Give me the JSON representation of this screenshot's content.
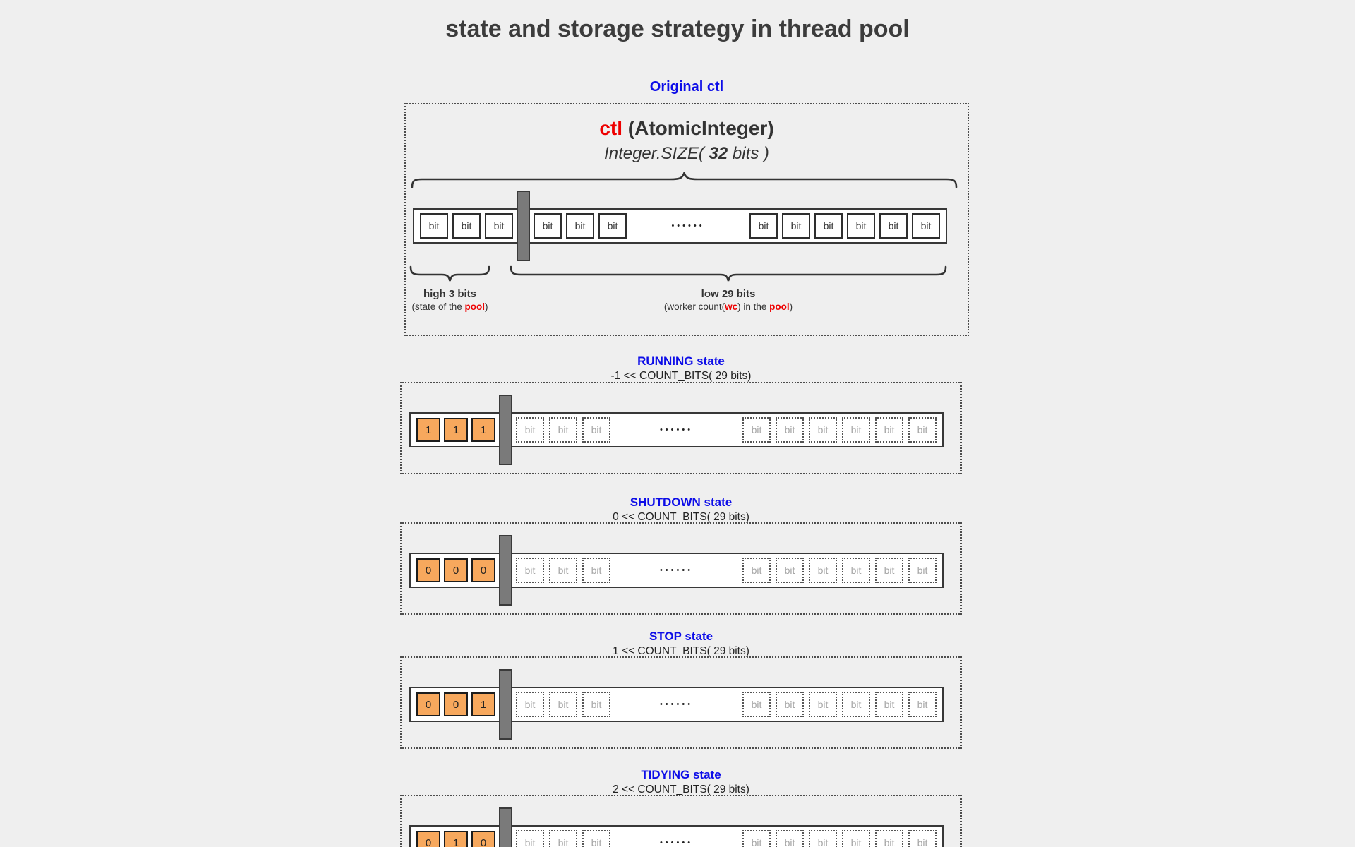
{
  "page": {
    "title": "state and storage strategy in thread pool"
  },
  "colors": {
    "accent_blue": "#0d0de8",
    "accent_red": "#ee0000",
    "orange_fill": "#f7a85d",
    "divider_gray": "#7a7a7a"
  },
  "shared": {
    "bit_label": "bit",
    "dots": "••••••",
    "dotted3": [
      "bit",
      "bit",
      "bit"
    ],
    "dotted6": [
      "bit",
      "bit",
      "bit",
      "bit",
      "bit",
      "bit"
    ]
  },
  "original": {
    "label": "Original ctl",
    "heading_ctl": "ctl",
    "heading_rest": " (AtomicInteger)",
    "sub_prefix": "Integer.SIZE( ",
    "sub_bold": "32",
    "sub_suffix": " bits )",
    "row": {
      "left_bits": [
        "bit",
        "bit",
        "bit"
      ],
      "mid_bits": [
        "bit",
        "bit",
        "bit"
      ],
      "right_bits": [
        "bit",
        "bit",
        "bit",
        "bit",
        "bit",
        "bit"
      ]
    },
    "high_label": "high 3 bits",
    "high_sub_prefix": "(state of the ",
    "high_sub_red": "pool",
    "high_sub_suffix": ")",
    "low_label": "low 29 bits",
    "low_sub_prefix": "(worker count(",
    "low_sub_red1": "wc",
    "low_sub_mid": ") in the ",
    "low_sub_red2": "pool",
    "low_sub_suffix": ")"
  },
  "states": [
    {
      "name": "RUNNING state",
      "formula": "-1 << COUNT_BITS( 29 bits)",
      "bits": [
        "1",
        "1",
        "1"
      ]
    },
    {
      "name": "SHUTDOWN state",
      "formula": "0 << COUNT_BITS( 29 bits)",
      "bits": [
        "0",
        "0",
        "0"
      ]
    },
    {
      "name": "STOP state",
      "formula": "1 << COUNT_BITS( 29 bits)",
      "bits": [
        "0",
        "0",
        "1"
      ]
    },
    {
      "name": "TIDYING state",
      "formula": "2 << COUNT_BITS( 29 bits)",
      "bits": [
        "0",
        "1",
        "0"
      ]
    }
  ]
}
